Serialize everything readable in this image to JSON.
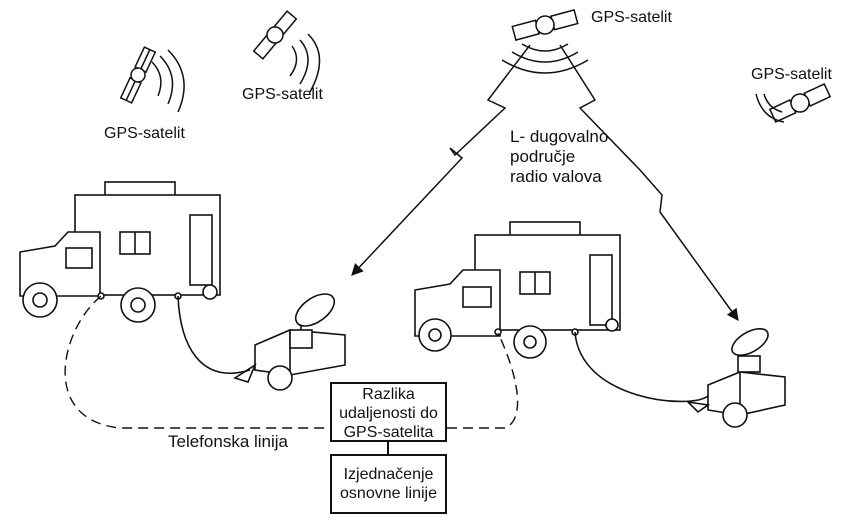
{
  "satellites": {
    "top_center_label": "GPS-satelit",
    "top_right_label": "GPS-satelit",
    "left_label": "GPS-satelit",
    "mid_left_label": "GPS-satelit"
  },
  "wave_note": {
    "line1": "L- dugovalno",
    "line2": "područje",
    "line3": "radio valova"
  },
  "phone_line_label": "Telefonska linija",
  "box_distance": {
    "line1": "Razlika",
    "line2": "udaljenosti do",
    "line3": "GPS-satelita"
  },
  "box_baseline": {
    "line1": "Izjednačenje",
    "line2": "osnovne linije"
  }
}
